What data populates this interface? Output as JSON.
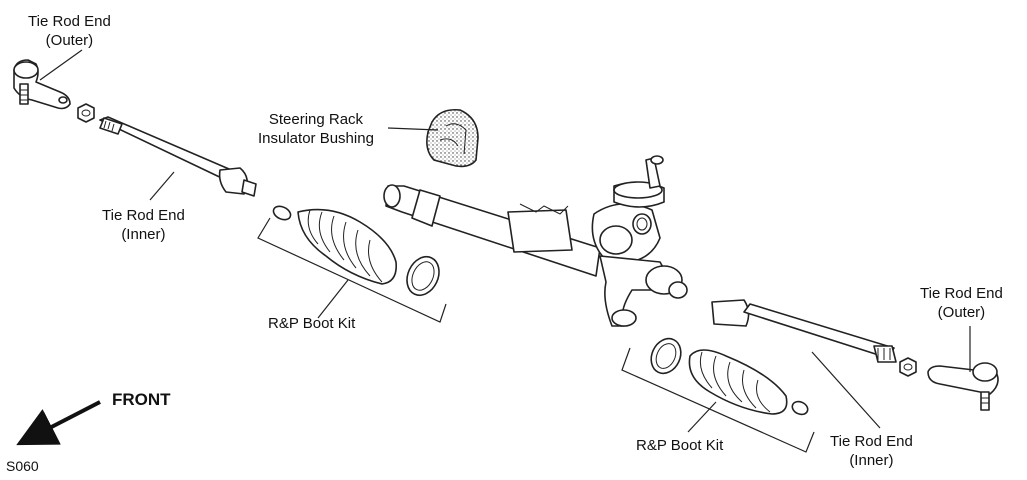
{
  "labels": {
    "tie_rod_outer_left": [
      "Tie Rod End",
      "(Outer)"
    ],
    "tie_rod_inner_left": [
      "Tie Rod End",
      "(Inner)"
    ],
    "insulator_bushing": [
      "Steering Rack",
      "Insulator Bushing"
    ],
    "boot_kit_left": "R&P Boot Kit",
    "tie_rod_outer_right": [
      "Tie Rod End",
      "(Outer)"
    ],
    "tie_rod_inner_right": [
      "Tie Rod End",
      "(Inner)"
    ],
    "boot_kit_right": "R&P Boot Kit",
    "front": "FRONT",
    "figure_code": "S060"
  }
}
